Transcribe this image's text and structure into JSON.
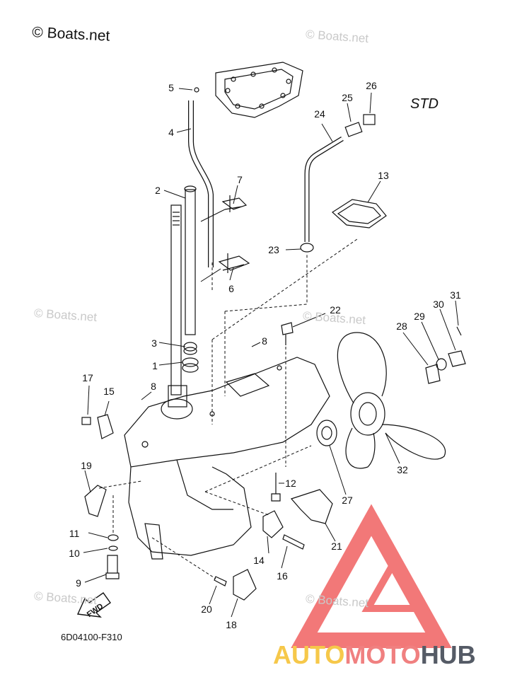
{
  "copyright": "© Boats.net",
  "watermark": "© Boats.net",
  "variant": "STD",
  "diagram_code": "6D04100-F310",
  "fwd_label": "FWD",
  "brand": {
    "part1": "AUTO",
    "part2": "MOTO",
    "part3": "HUB"
  },
  "colors": {
    "line": "#111111",
    "watermark": "#c9c9c9",
    "logo_red": "#ee4b4b",
    "logo_yellow": "#f6c84a",
    "logo_gray": "#555b66"
  },
  "callouts": [
    "1",
    "2",
    "3",
    "4",
    "5",
    "6",
    "7",
    "8",
    "8",
    "9",
    "10",
    "11",
    "12",
    "13",
    "14",
    "15",
    "16",
    "17",
    "18",
    "19",
    "20",
    "21",
    "22",
    "23",
    "24",
    "25",
    "26",
    "27",
    "28",
    "29",
    "30",
    "31",
    "32"
  ]
}
